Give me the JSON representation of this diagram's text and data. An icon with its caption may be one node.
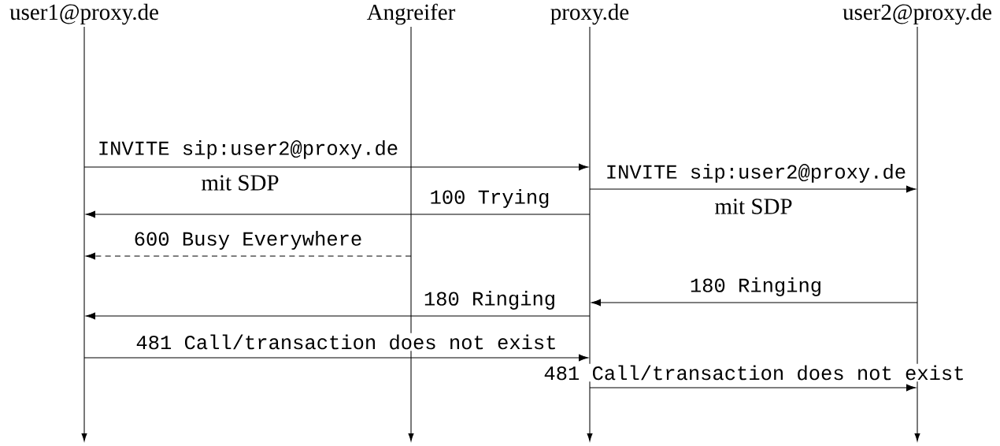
{
  "diagram": {
    "nodes": [
      {
        "text": [
          "user1@proxy.de"
        ]
      },
      {
        "text": [
          "Angreifer"
        ]
      },
      {
        "text": [
          "proxy.de"
        ]
      },
      {
        "text": [
          "user2@proxy.de"
        ]
      },
      {
        "text": [],
        "shape": "line"
      },
      {
        "text": [],
        "shape": "line"
      },
      {
        "text": [],
        "shape": "line"
      },
      {
        "text": [],
        "shape": "line"
      }
    ],
    "edges": [
      {
        "from": 4,
        "to": 6,
        "arrow": "to",
        "label": "INVITE sip:user2@proxy.de"
      },
      {
        "from": 6,
        "to": 7,
        "arrow": "to",
        "label": "INVITE sip:user2@proxy.de"
      },
      {
        "from": 6,
        "to": 4,
        "arrow": "to",
        "label": "100 Trying"
      },
      {
        "from": 5,
        "to": 4,
        "arrow": "to",
        "label": "600 Busy Everywhere",
        "style": "dashed"
      },
      {
        "from": 7,
        "to": 6,
        "arrow": "to",
        "label": "180 Ringing"
      },
      {
        "from": 6,
        "to": 4,
        "arrow": "to",
        "label": "180 Ringing"
      },
      {
        "from": 4,
        "to": 6,
        "arrow": "to",
        "label": "481 Call/transaction does not exist"
      },
      {
        "from": 6,
        "to": 7,
        "arrow": "to",
        "label": "481 Call/transaction does not exist"
      }
    ],
    "labels": [
      "mit SDP",
      "mit SDP"
    ]
  }
}
